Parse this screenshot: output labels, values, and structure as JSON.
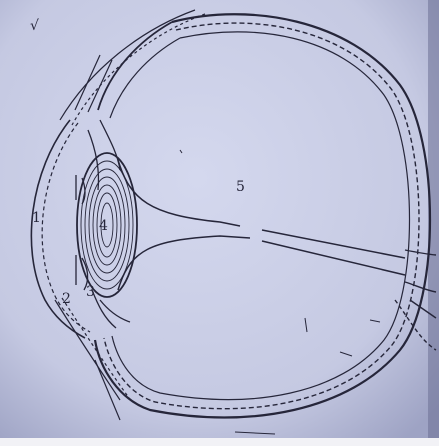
{
  "paper_color": "#c9cde4",
  "ink_color": "#26263a",
  "labels": {
    "one": "1",
    "two": "2",
    "three": "3",
    "four": "4",
    "five": "5"
  },
  "corner_mark": "√"
}
